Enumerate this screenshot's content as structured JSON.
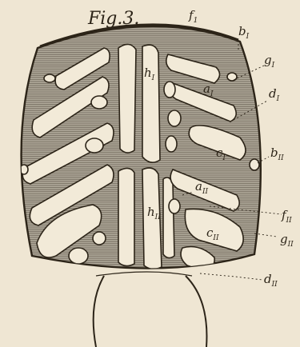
{
  "figure": {
    "title": "Fig.3."
  },
  "labels": {
    "f1": {
      "base": "f",
      "sub": "1"
    },
    "b1": {
      "base": "b",
      "sub": "I"
    },
    "g1": {
      "base": "g",
      "sub": "I"
    },
    "a1": {
      "base": "a",
      "sub": "I"
    },
    "d1": {
      "base": "d",
      "sub": "I"
    },
    "h1": {
      "base": "h",
      "sub": "I"
    },
    "c1": {
      "base": "c",
      "sub": "I"
    },
    "b2": {
      "base": "b",
      "sub": "II"
    },
    "a2": {
      "base": "a",
      "sub": "II"
    },
    "f2": {
      "base": "f",
      "sub": "II"
    },
    "h2": {
      "base": "h",
      "sub": "II"
    },
    "c2": {
      "base": "c",
      "sub": "II"
    },
    "g2": {
      "base": "g",
      "sub": "II"
    },
    "d2": {
      "base": "d",
      "sub": "II"
    }
  },
  "colors": {
    "paper": "#efe6d3",
    "ink": "#2c2418",
    "hatch": "#8a8274"
  }
}
